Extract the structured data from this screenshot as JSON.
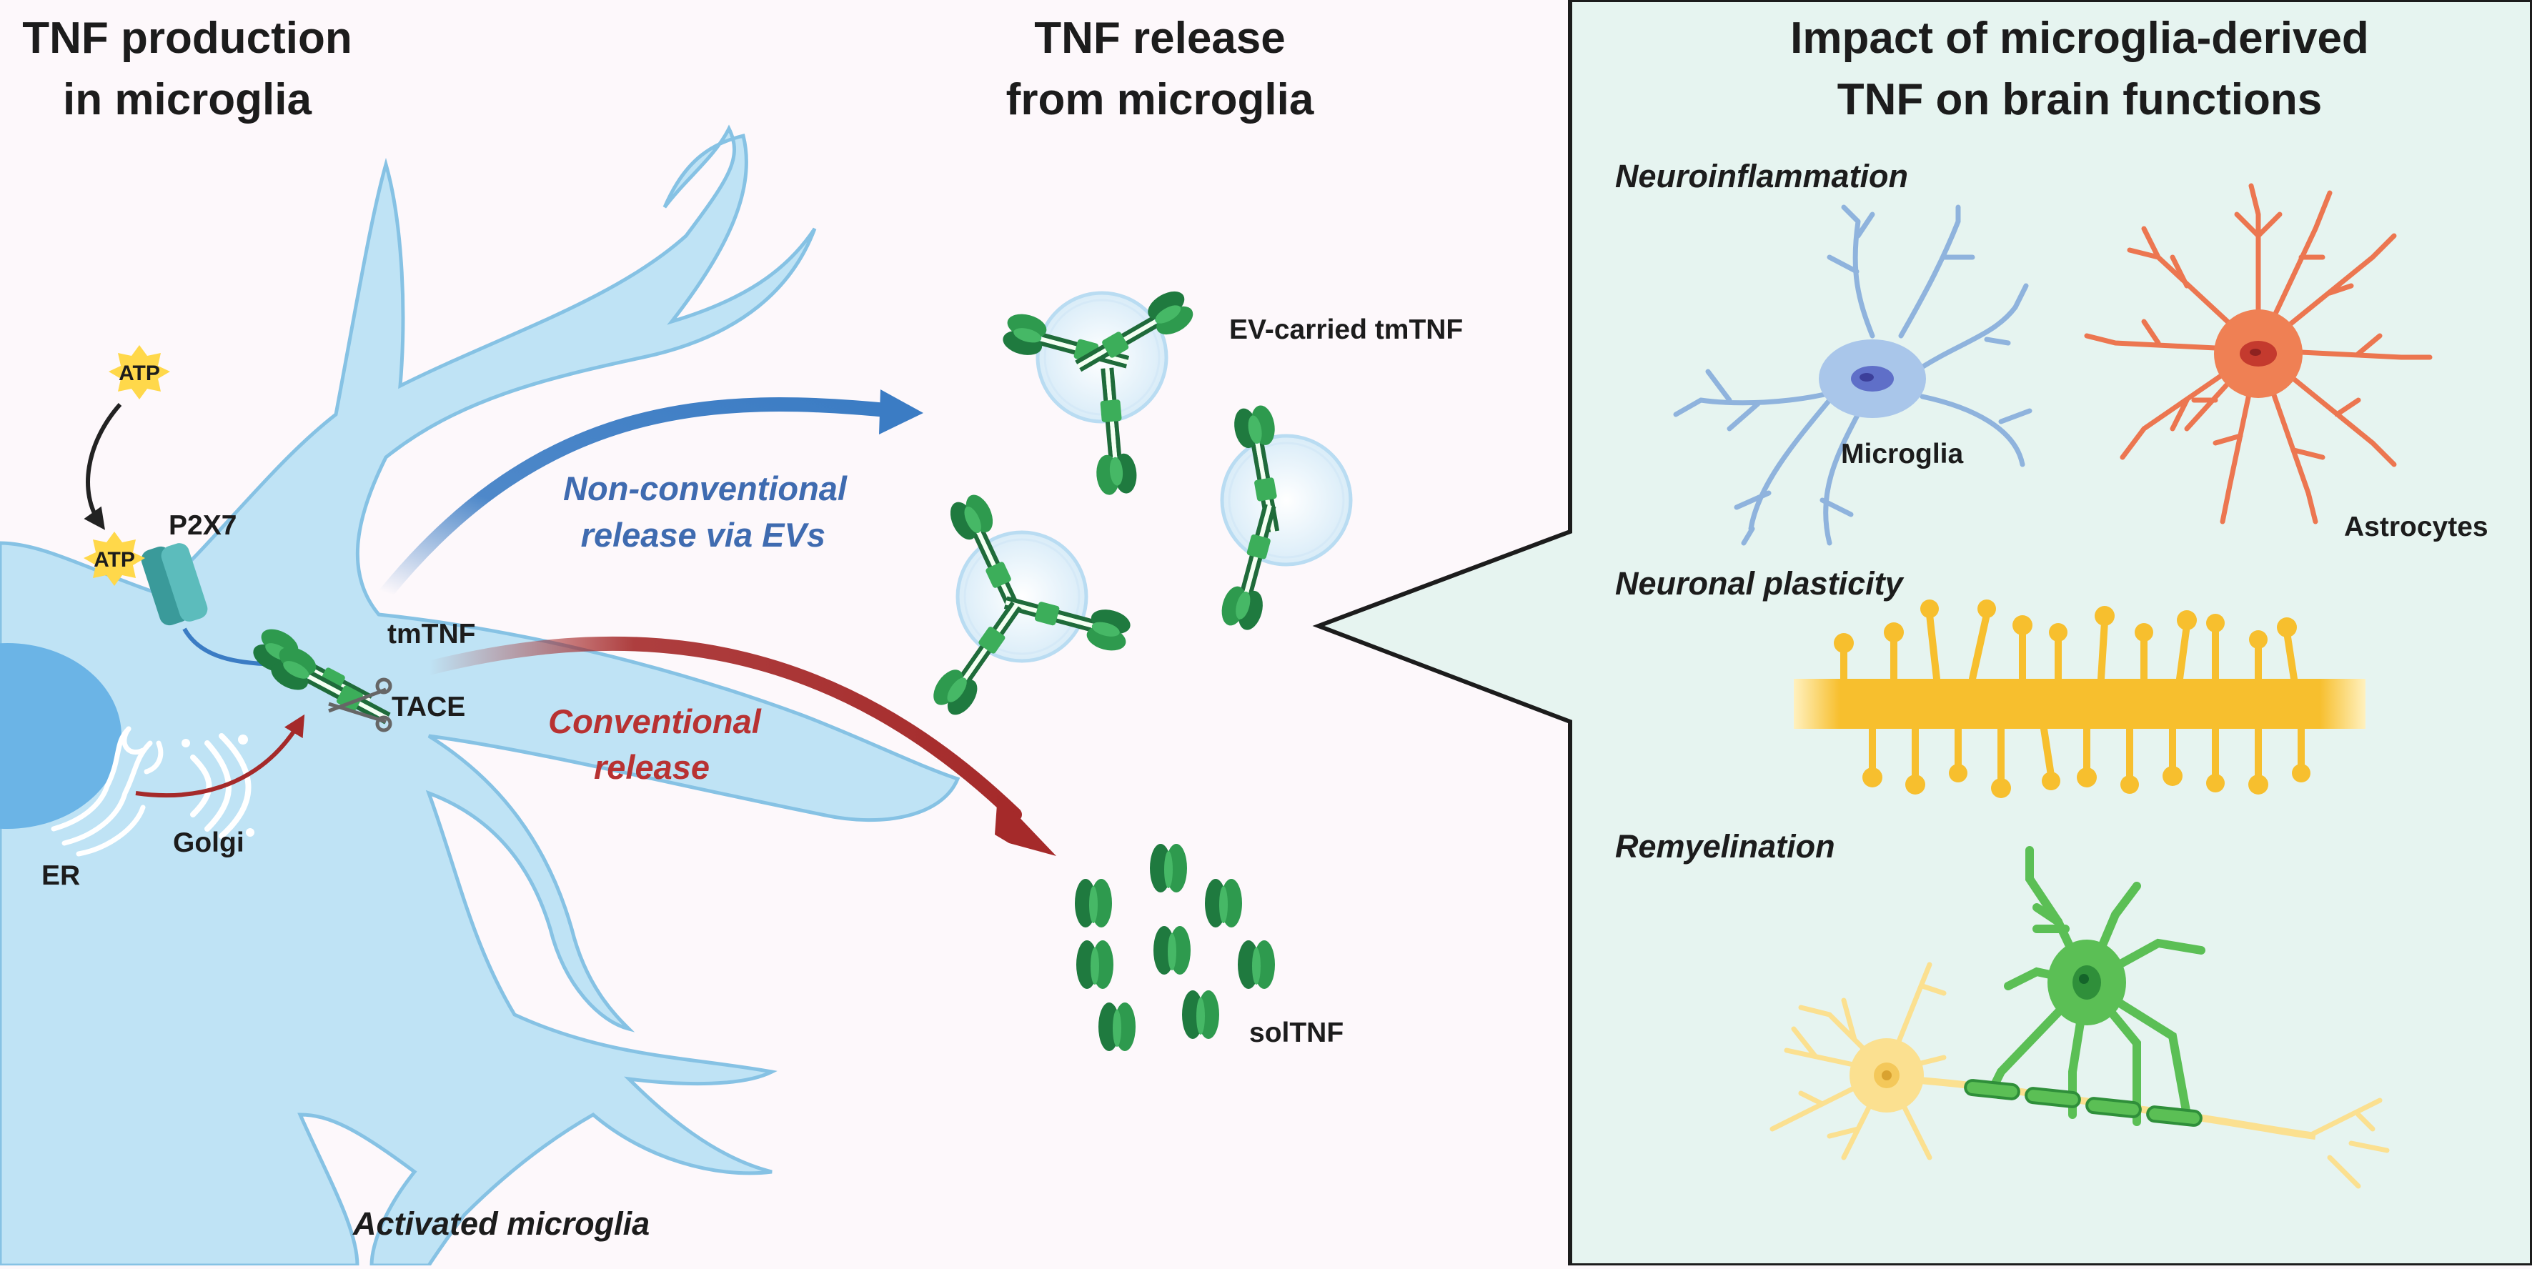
{
  "panels": {
    "production": {
      "title_lines": [
        "TNF production",
        "in microglia"
      ]
    },
    "release": {
      "title_lines": [
        "TNF release",
        "from microglia"
      ]
    },
    "impact": {
      "title_lines": [
        "Impact of microglia-derived",
        "TNF on brain functions"
      ]
    }
  },
  "labels": {
    "atp": "ATP",
    "p2x7": "P2X7",
    "tmtnf": "tmTNF",
    "tace": "TACE",
    "er": "ER",
    "golgi": "Golgi",
    "activated_microglia": "Activated microglia",
    "non_conventional": [
      "Non-conventional",
      "release via EVs"
    ],
    "conventional": [
      "Conventional",
      "release"
    ],
    "ev_carried": "EV-carried tmTNF",
    "soltnf": "solTNF",
    "neuroinflammation": "Neuroinflammation",
    "microglia": "Microglia",
    "astrocytes": "Astrocytes",
    "neuronal_plasticity": "Neuronal plasticity",
    "remyelination": "Remyelination"
  },
  "colors": {
    "microglia_cell": "#bfe3f5",
    "right_panel_bg": "#e6f4f0",
    "left_bg": "#fdf8fb",
    "tnf_dark": "#1f7a3f",
    "tnf_light": "#3cae5a",
    "blue_arrow": "#3b7cc4",
    "red_arrow": "#a52a2a",
    "microglia_icon": "#8fb3dd",
    "astrocyte": "#ec7650",
    "dendrite": "#f7bf2e",
    "oligodendrocyte": "#5bbf55",
    "neuron": "#fbe090"
  }
}
